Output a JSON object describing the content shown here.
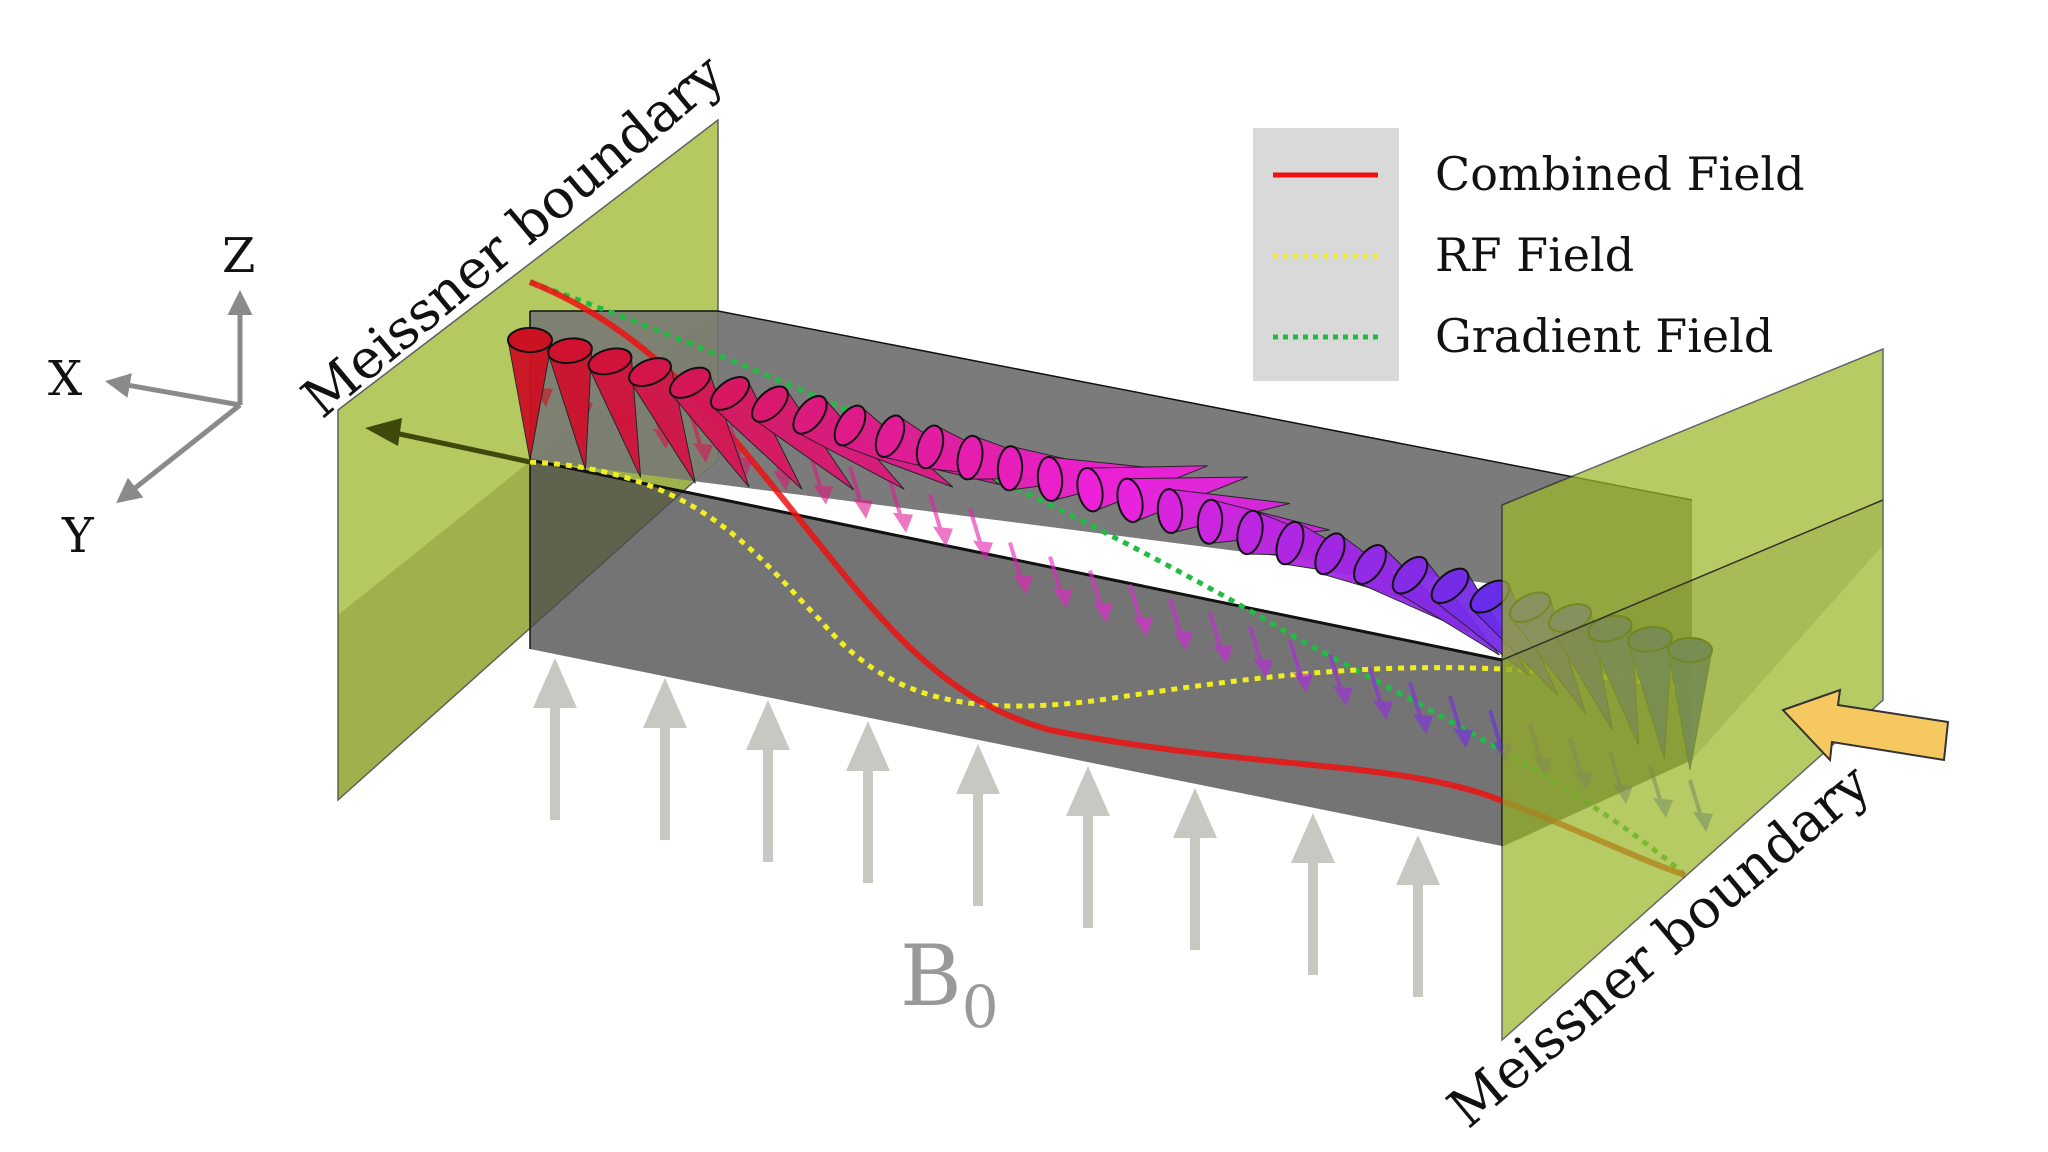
{
  "labels": {
    "meissner_left": "Meissner boundary",
    "meissner_right": "Meissner boundary",
    "b0": "B",
    "b0_subscript": "0"
  },
  "axes": {
    "x": "X",
    "y": "Y",
    "z": "Z"
  },
  "legend": {
    "items": [
      {
        "label": "Combined Field",
        "color": "#ee1111",
        "style": "solid"
      },
      {
        "label": "RF Field",
        "color": "#eeee22",
        "style": "dotted"
      },
      {
        "label": "Gradient Field",
        "color": "#22bb44",
        "style": "dotted"
      }
    ]
  },
  "colors": {
    "plate": "#9cb82a",
    "slab": "#555555",
    "cone_start": "#cc1122",
    "cone_mid": "#ee22dd",
    "cone_end": "#2233ee",
    "b0_arrow": "#c8c8c2",
    "input_arrow": "#f5c860"
  }
}
